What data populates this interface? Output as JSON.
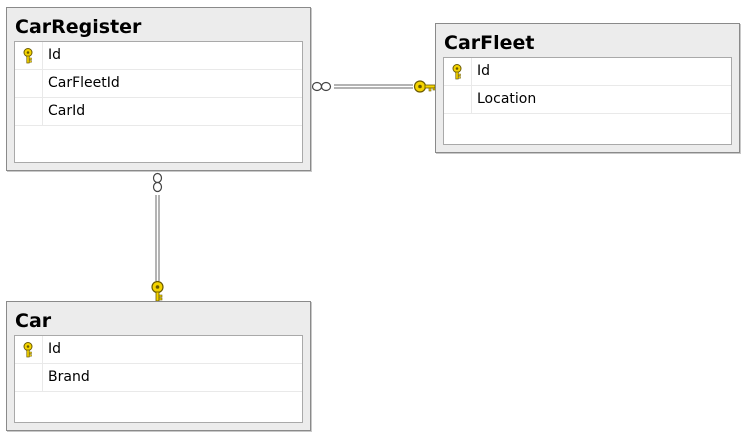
{
  "diagram": {
    "tables": [
      {
        "name": "CarRegister",
        "columns": [
          {
            "name": "Id",
            "primary_key": true
          },
          {
            "name": "CarFleetId",
            "primary_key": false
          },
          {
            "name": "CarId",
            "primary_key": false
          }
        ]
      },
      {
        "name": "CarFleet",
        "columns": [
          {
            "name": "Id",
            "primary_key": true
          },
          {
            "name": "Location",
            "primary_key": false
          }
        ]
      },
      {
        "name": "Car",
        "columns": [
          {
            "name": "Id",
            "primary_key": true
          },
          {
            "name": "Brand",
            "primary_key": false
          }
        ]
      }
    ],
    "relationships": [
      {
        "from": "CarRegister",
        "to": "CarFleet",
        "many_end": "CarRegister",
        "one_end": "CarFleet"
      },
      {
        "from": "CarRegister",
        "to": "Car",
        "many_end": "CarRegister",
        "one_end": "Car"
      }
    ],
    "colors": {
      "header_bg": "#ececec",
      "border": "#8a8a8a",
      "key_gold": "#f5d400",
      "line": "#9a9a9a"
    },
    "icons": {
      "primary_key": "key-icon",
      "many_end": "infinity-icon",
      "one_end": "key-icon"
    }
  }
}
